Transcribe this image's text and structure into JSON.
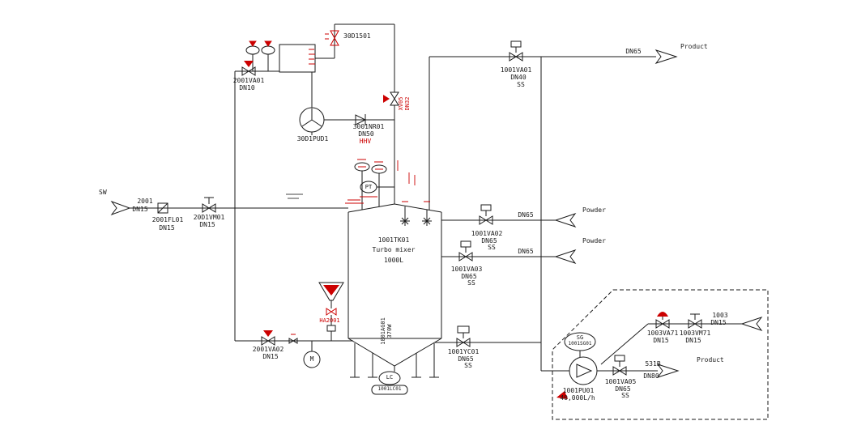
{
  "colors": {
    "line": "#1a1a1a",
    "accent_red": "#cc0000",
    "background": "#ffffff"
  },
  "labels": {
    "sw": "SW",
    "inlet_tag": "2001",
    "inlet_dn": "DN15",
    "filter_tag": "2001FL01",
    "filter_dn": "DN15",
    "manual_valve_tag": "20D1VM01",
    "manual_valve_dn": "DN15",
    "valve_2001va01_tag": "2001VA01",
    "valve_2001va01_dn": "DN10",
    "strainer_tag": "30D1501",
    "pump_30d1pud1_tag": "30D1PUD1",
    "check_valve_tag": "3001NR01",
    "check_valve_dn": "DN50",
    "check_valve_note": "HHV",
    "xv_valve_tag": "XV05\nDN32",
    "pt_instrument": "PT",
    "tank_tag": "1001TK01",
    "tank_name": "Turbo mixer",
    "tank_volume": "1000L",
    "valve_1001va01_tag": "1001VA01",
    "valve_1001va01_dn": "DN40",
    "valve_1001va01_mat": "SS",
    "product_top_dn": "DN65",
    "product_top": "Product",
    "powder1_dn": "DN65",
    "powder1": "Powder",
    "valve_1001va02_tag": "1001VA02",
    "valve_1001va02_dn": "DN65",
    "valve_1001va02_mat": "SS",
    "powder2_dn": "DN65",
    "powder2": "Powder",
    "valve_1001va03_tag": "1001VA03",
    "valve_1001va03_dn": "DN65",
    "valve_1001va03_mat": "SS",
    "valve_2001va02_tag": "2001VA02",
    "valve_2001va02_dn": "DN15",
    "motor": "M",
    "hopper_tag": "HA2001",
    "agitator_tag": "1001AG01\n370W",
    "level_controller": "LC",
    "level_controller_tag": "1001LC01",
    "valve_1001yc01_tag": "1001YC01",
    "valve_1001yc01_dn": "DN65",
    "valve_1001yc01_mat": "SS",
    "sight_glass": "SG",
    "sight_glass_tag": "1001SG01",
    "pump_1001pu01_tag": "1001PU01",
    "pump_1001pu01_capacity": "40,000L/h",
    "valve_1001va05_tag": "1001VA05",
    "valve_1001va05_dn": "DN65",
    "valve_1001va05_mat": "SS",
    "line_531b_tag": "531B",
    "line_531b_dn": "DN80",
    "product_bottom": "Product",
    "valve_1003va71_tag": "1003VA71",
    "valve_1003va71_dn": "DN15",
    "valve_1003vm71_tag": "1003VM71",
    "valve_1003vm71_dn": "DN15",
    "line_1003_tag": "1003",
    "line_1003_dn": "DN15"
  }
}
